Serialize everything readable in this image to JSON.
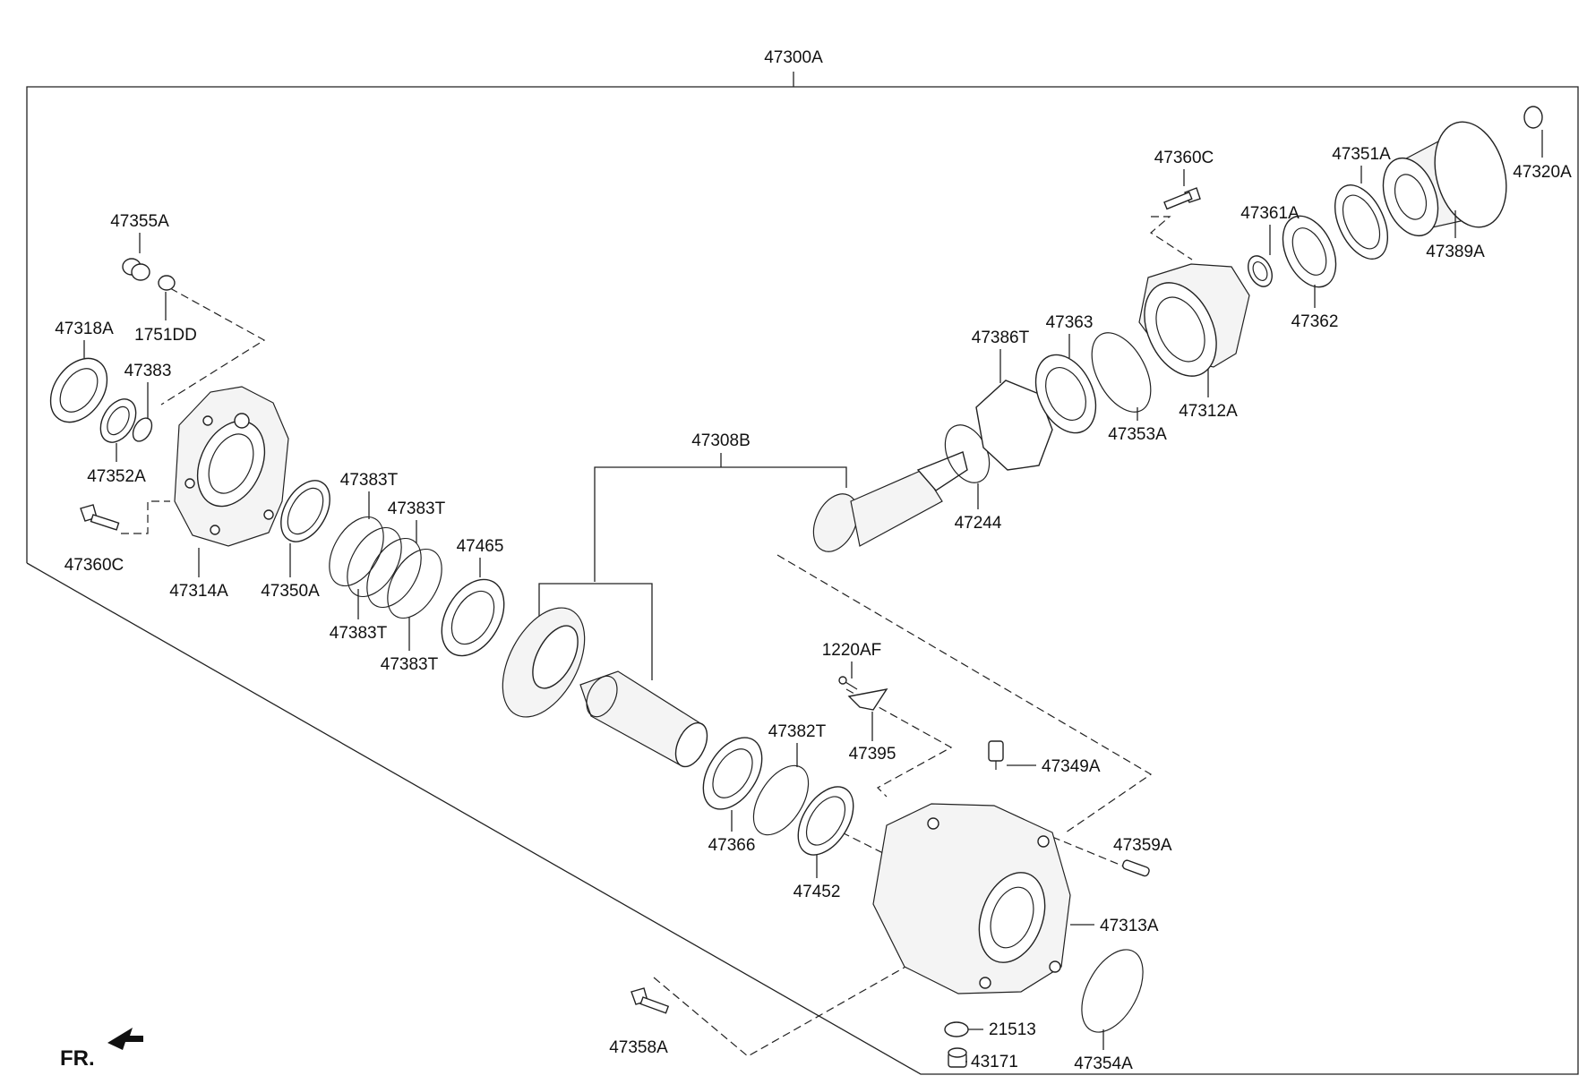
{
  "diagram": {
    "assembly_label": "47300A",
    "sub_assembly_label": "47308B",
    "orientation_label": "FR.",
    "parts": [
      {
        "id": "p47355A",
        "label": "47355A"
      },
      {
        "id": "p1751DD",
        "label": "1751DD"
      },
      {
        "id": "p47318A",
        "label": "47318A"
      },
      {
        "id": "p47383",
        "label": "47383"
      },
      {
        "id": "p47352A",
        "label": "47352A"
      },
      {
        "id": "p47360C_l",
        "label": "47360C"
      },
      {
        "id": "p47314A",
        "label": "47314A"
      },
      {
        "id": "p47350A",
        "label": "47350A"
      },
      {
        "id": "p47383T_1",
        "label": "47383T"
      },
      {
        "id": "p47383T_2",
        "label": "47383T"
      },
      {
        "id": "p47383T_3",
        "label": "47383T"
      },
      {
        "id": "p47383T_4",
        "label": "47383T"
      },
      {
        "id": "p47465",
        "label": "47465"
      },
      {
        "id": "p47360C_r",
        "label": "47360C"
      },
      {
        "id": "p47351A",
        "label": "47351A"
      },
      {
        "id": "p47320A",
        "label": "47320A"
      },
      {
        "id": "p47361A",
        "label": "47361A"
      },
      {
        "id": "p47389A",
        "label": "47389A"
      },
      {
        "id": "p47362",
        "label": "47362"
      },
      {
        "id": "p47386T",
        "label": "47386T"
      },
      {
        "id": "p47363",
        "label": "47363"
      },
      {
        "id": "p47312A",
        "label": "47312A"
      },
      {
        "id": "p47353A",
        "label": "47353A"
      },
      {
        "id": "p47244",
        "label": "47244"
      },
      {
        "id": "p1220AF",
        "label": "1220AF"
      },
      {
        "id": "p47382T",
        "label": "47382T"
      },
      {
        "id": "p47395",
        "label": "47395"
      },
      {
        "id": "p47349A",
        "label": "47349A"
      },
      {
        "id": "p47366",
        "label": "47366"
      },
      {
        "id": "p47452",
        "label": "47452"
      },
      {
        "id": "p47359A",
        "label": "47359A"
      },
      {
        "id": "p47313A",
        "label": "47313A"
      },
      {
        "id": "p21513",
        "label": "21513"
      },
      {
        "id": "p47358A",
        "label": "47358A"
      },
      {
        "id": "p43171",
        "label": "43171"
      },
      {
        "id": "p47354A",
        "label": "47354A"
      }
    ]
  }
}
